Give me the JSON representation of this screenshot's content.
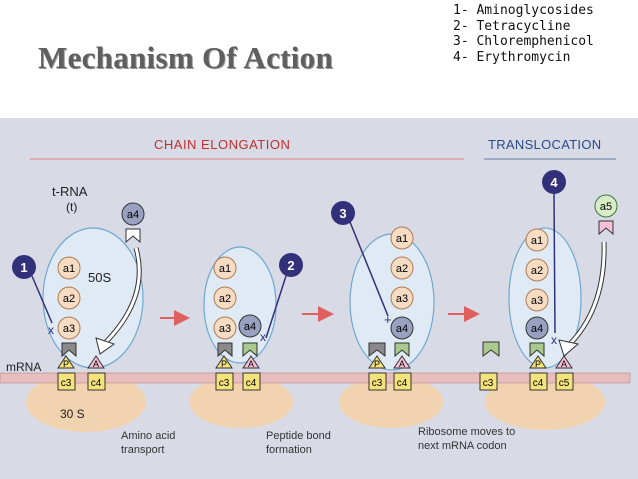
{
  "slide": {
    "title": "Mechanism Of Action",
    "legend": [
      "1- Aminoglycosides",
      "2- Tetracycline",
      "3- Chloremphenicol",
      "4- Erythromycin"
    ]
  },
  "figure": {
    "section_labels": {
      "elongation": "CHAIN  ELONGATION",
      "translocation": "TRANSLOCATION"
    },
    "labels": {
      "trna": "t-RNA",
      "trna_t": "(t)",
      "s50": "50S",
      "s30": "30 S",
      "mrna": "mRNA",
      "site_p": "P",
      "site_a": "A",
      "x_mark": "x",
      "plus_mark": "+"
    },
    "drug_numbers": [
      "1",
      "2",
      "3",
      "4"
    ],
    "aa": {
      "a1": "a1",
      "a2": "a2",
      "a3": "a3",
      "a4": "a4",
      "a5": "a5"
    },
    "codons": {
      "c3": "c3",
      "c4": "c4",
      "c5": "c5"
    },
    "captions": {
      "step1": [
        "Amino acid",
        "transport"
      ],
      "step2": [
        "Peptide bond",
        "formation"
      ],
      "step3": [
        "Ribosome moves to",
        "next mRNA codon"
      ]
    },
    "colors": {
      "panel": "#d8dbe6",
      "ribosome": "#dfeaf5",
      "ribosome_edge": "#6fa7d0",
      "subunit30": "#f2d3b0",
      "amino": "#f7dcc4",
      "amino_active": "#9aa0c0",
      "drug": "#33307a",
      "codon": "#f4e37a",
      "mrna": "#e7bdbd",
      "arrow": "#e06060",
      "header": "#c03030",
      "a5": "#d8ecc8"
    }
  }
}
